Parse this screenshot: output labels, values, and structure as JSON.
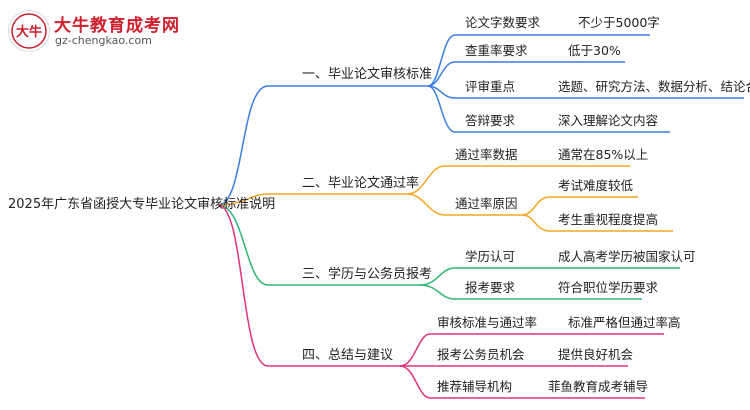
{
  "logo": {
    "title": "大牛教育成考网",
    "url": "gz-chengkao.com",
    "mark": "大牛"
  },
  "root": "2025年广东省函授大专毕业论文审核标准说明",
  "colors": {
    "branch1": "#3b7de0",
    "branch2": "#f5a623",
    "branch3": "#2fb673",
    "branch4": "#e0337a"
  },
  "branches": [
    {
      "label": "一、毕业论文审核标准",
      "items": [
        {
          "label": "论文字数要求",
          "value": "不少于5000字"
        },
        {
          "label": "查重率要求",
          "value": "低于30%"
        },
        {
          "label": "评审重点",
          "value": "选题、研究方法、数据分析、结论合理性"
        },
        {
          "label": "答辩要求",
          "value": "深入理解论文内容"
        }
      ]
    },
    {
      "label": "二、毕业论文通过率",
      "items": [
        {
          "label": "通过率数据",
          "value": "通常在85%以上"
        },
        {
          "label": "通过率原因",
          "values": [
            "考试难度较低",
            "考生重视程度提高"
          ]
        }
      ]
    },
    {
      "label": "三、学历与公务员报考",
      "items": [
        {
          "label": "学历认可",
          "value": "成人高考学历被国家认可"
        },
        {
          "label": "报考要求",
          "value": "符合职位学历要求"
        }
      ]
    },
    {
      "label": "四、总结与建议",
      "items": [
        {
          "label": "审核标准与通过率",
          "value": "标准严格但通过率高"
        },
        {
          "label": "报考公务员机会",
          "value": "提供良好机会"
        },
        {
          "label": "推荐辅导机构",
          "value": "菲鱼教育成考辅导"
        }
      ]
    }
  ]
}
